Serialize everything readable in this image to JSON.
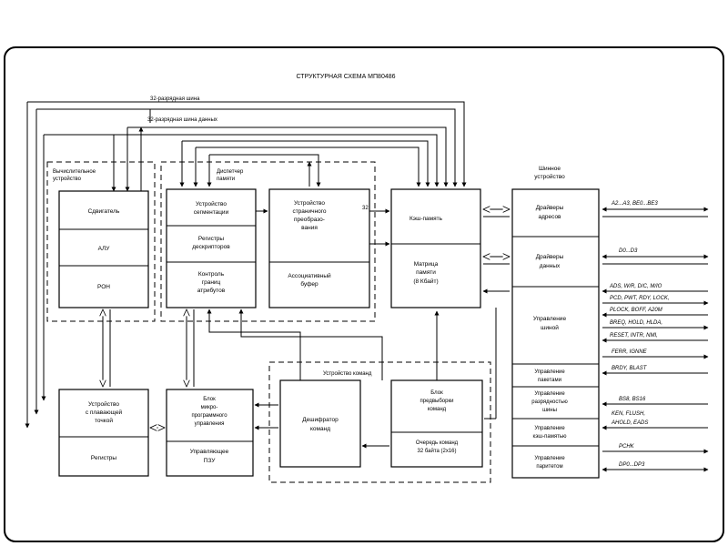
{
  "title": "СТРУКТУРНАЯ СХЕМА МП80486",
  "buses": {
    "address_bus": "32-разрядная шина",
    "data_bus": "32-разрядная шина данных"
  },
  "groups": {
    "compute": [
      "Вычислительное",
      "устройство"
    ],
    "memory_mgmt": [
      "Диспетчер",
      "памяти"
    ],
    "cmd_unit": "Устройство команд",
    "bus_interface": [
      "Шинное",
      "устройство"
    ]
  },
  "blocks": {
    "shifter": "Сдвигатель",
    "alu": "АЛУ",
    "gpr": "РОН",
    "segmentation": [
      "Устройство",
      "сегментации"
    ],
    "descriptor_regs": [
      "Регистры",
      "дескрипторов"
    ],
    "limit_ctrl": [
      "Контроль",
      "границ",
      "атрибутов"
    ],
    "paging": [
      "Устройство",
      "страничного",
      "преобразо-",
      "вания"
    ],
    "assoc_buffer": [
      "Ассоциативный",
      "буфер"
    ],
    "cache": "Кэш-память",
    "cache_matrix": [
      "Матрица",
      "памяти",
      "(8 Кбайт)"
    ],
    "fpu": [
      "Устройство",
      "с плавающей",
      "точкой"
    ],
    "fpu_regs": "Регистры",
    "microprog": [
      "Блок",
      "микро-",
      "программного",
      "управления"
    ],
    "cu_ctrl": [
      "Управляющее",
      "ПЗУ"
    ],
    "decoder": [
      "Дешифратор",
      "команд"
    ],
    "prefetch": [
      "Блок",
      "предвыборки",
      "команд"
    ],
    "queue": [
      "Очередь команд",
      "32 байта (2х16)"
    ],
    "addr_drivers": [
      "Драйверы",
      "адресов"
    ],
    "data_drivers": [
      "Драйверы",
      "данных"
    ],
    "bus_ctrl": [
      "Управление",
      "шиной"
    ],
    "burst_ctrl": [
      "Управление",
      "пакетами"
    ],
    "width_ctrl": [
      "Управление",
      "разрядностью",
      "шины"
    ],
    "cache_ctrl": [
      "Управление",
      "кэш-памятью"
    ],
    "parity_ctrl": [
      "Управление",
      "паритетом"
    ]
  },
  "signals": {
    "addr": "A2...A3, BE0...BE3",
    "data": "D0...D3",
    "bus1": "ADS, W/R, D/C, M/IO",
    "bus2": "PCD, PWT, RDY, LOCK,",
    "bus3": "PLOCK, BOFF, A20M",
    "bus4": "BREQ, HOLD, HLDA,",
    "bus5": "RESET, INTR, NMI,",
    "bus6": "FERR, IGNNE",
    "burst": "BRDY, BLAST",
    "width": "BS8, BS16",
    "cache1": "KEN, FLUSH,",
    "cache2": "AHOLD, EADS",
    "parity1": "PCHK",
    "parity2": "DP0...DP3"
  },
  "misc": {
    "bus_width_tag": "32"
  }
}
